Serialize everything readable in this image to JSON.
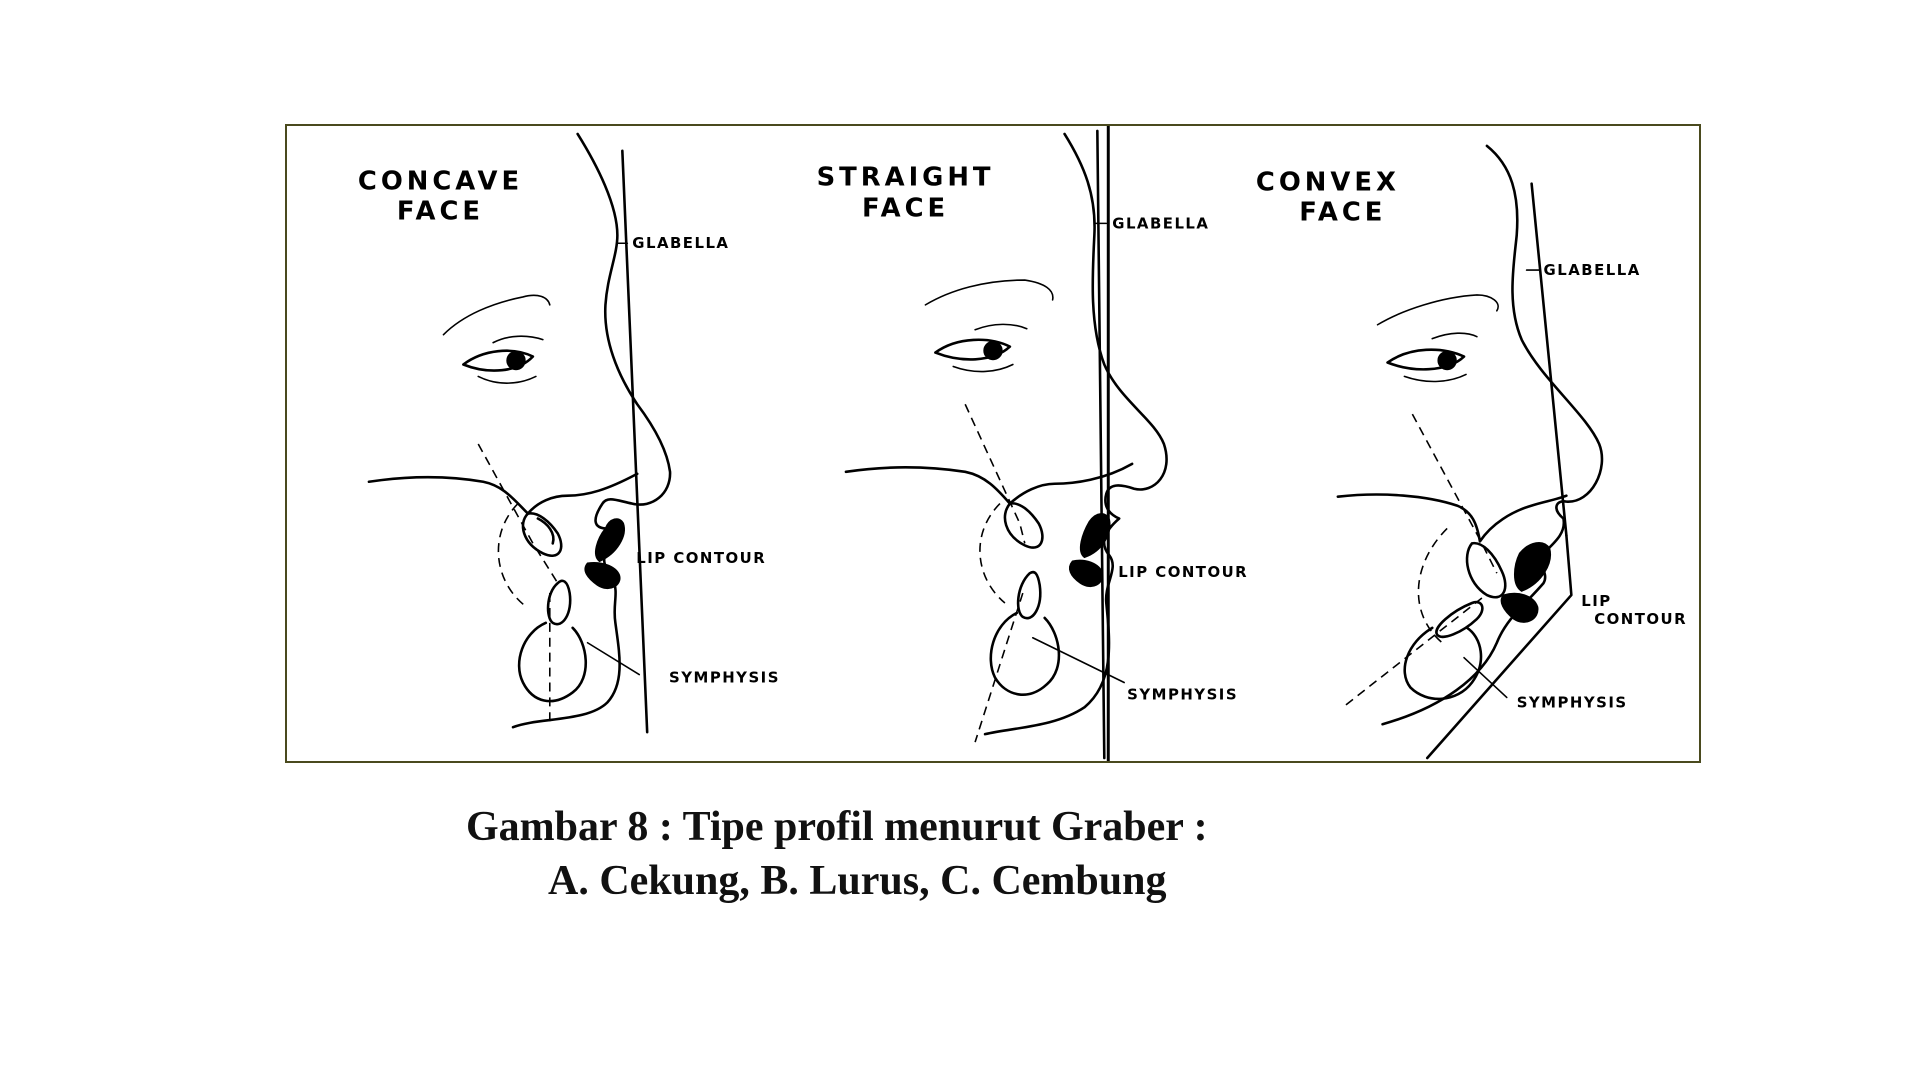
{
  "figure": {
    "panels": [
      {
        "title_line1": "CONCAVE",
        "title_line2": "FACE",
        "glabella": "GLABELLA",
        "lip_line1": "LIP CONTOUR",
        "lip_line2": "",
        "symphysis": "SYMPHYSIS"
      },
      {
        "title_line1": "STRAIGHT",
        "title_line2": "FACE",
        "glabella": "GLABELLA",
        "lip_line1": "LIP CONTOUR",
        "lip_line2": "",
        "symphysis": "SYMPHYSIS"
      },
      {
        "title_line1": "CONVEX",
        "title_line2": "FACE",
        "glabella": "GLABELLA",
        "lip_line1": "LIP",
        "lip_line2": "CONTOUR",
        "symphysis": "SYMPHYSIS"
      }
    ]
  },
  "caption": {
    "line1": "Gambar 8 : Tipe profil menurut Graber :",
    "line2": "A. Cekung, B. Lurus, C. Cembung"
  }
}
